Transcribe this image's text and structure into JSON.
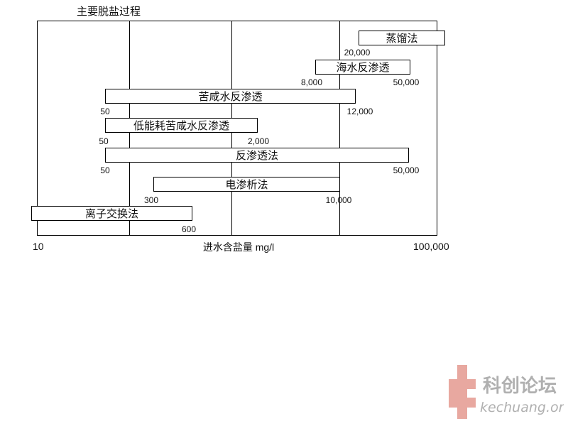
{
  "title": "主要脱盐过程",
  "axis": {
    "min_label": "10",
    "label": "进水含盐量 mg/l",
    "max_label": "100,000",
    "scale": "log"
  },
  "processes": [
    {
      "name": "蒸馏法",
      "min": "20,000",
      "max": ""
    },
    {
      "name": "海水反渗透",
      "min": "8,000",
      "max": "50,000"
    },
    {
      "name": "苦咸水反渗透",
      "min": "50",
      "max": "12,000"
    },
    {
      "name": "低能耗苦咸水反渗透",
      "min": "50",
      "max": "2,000"
    },
    {
      "name": "反渗透法",
      "min": "50",
      "max": "50,000"
    },
    {
      "name": "电渗析法",
      "min": "300",
      "max": "10,000"
    },
    {
      "name": "离子交换法",
      "min": "",
      "max": "600"
    }
  ],
  "watermark": {
    "text": "科创论坛",
    "url_text": "kechuang.org",
    "logo_color": "#e8a8a0",
    "text_color": "#b0b0b0"
  }
}
